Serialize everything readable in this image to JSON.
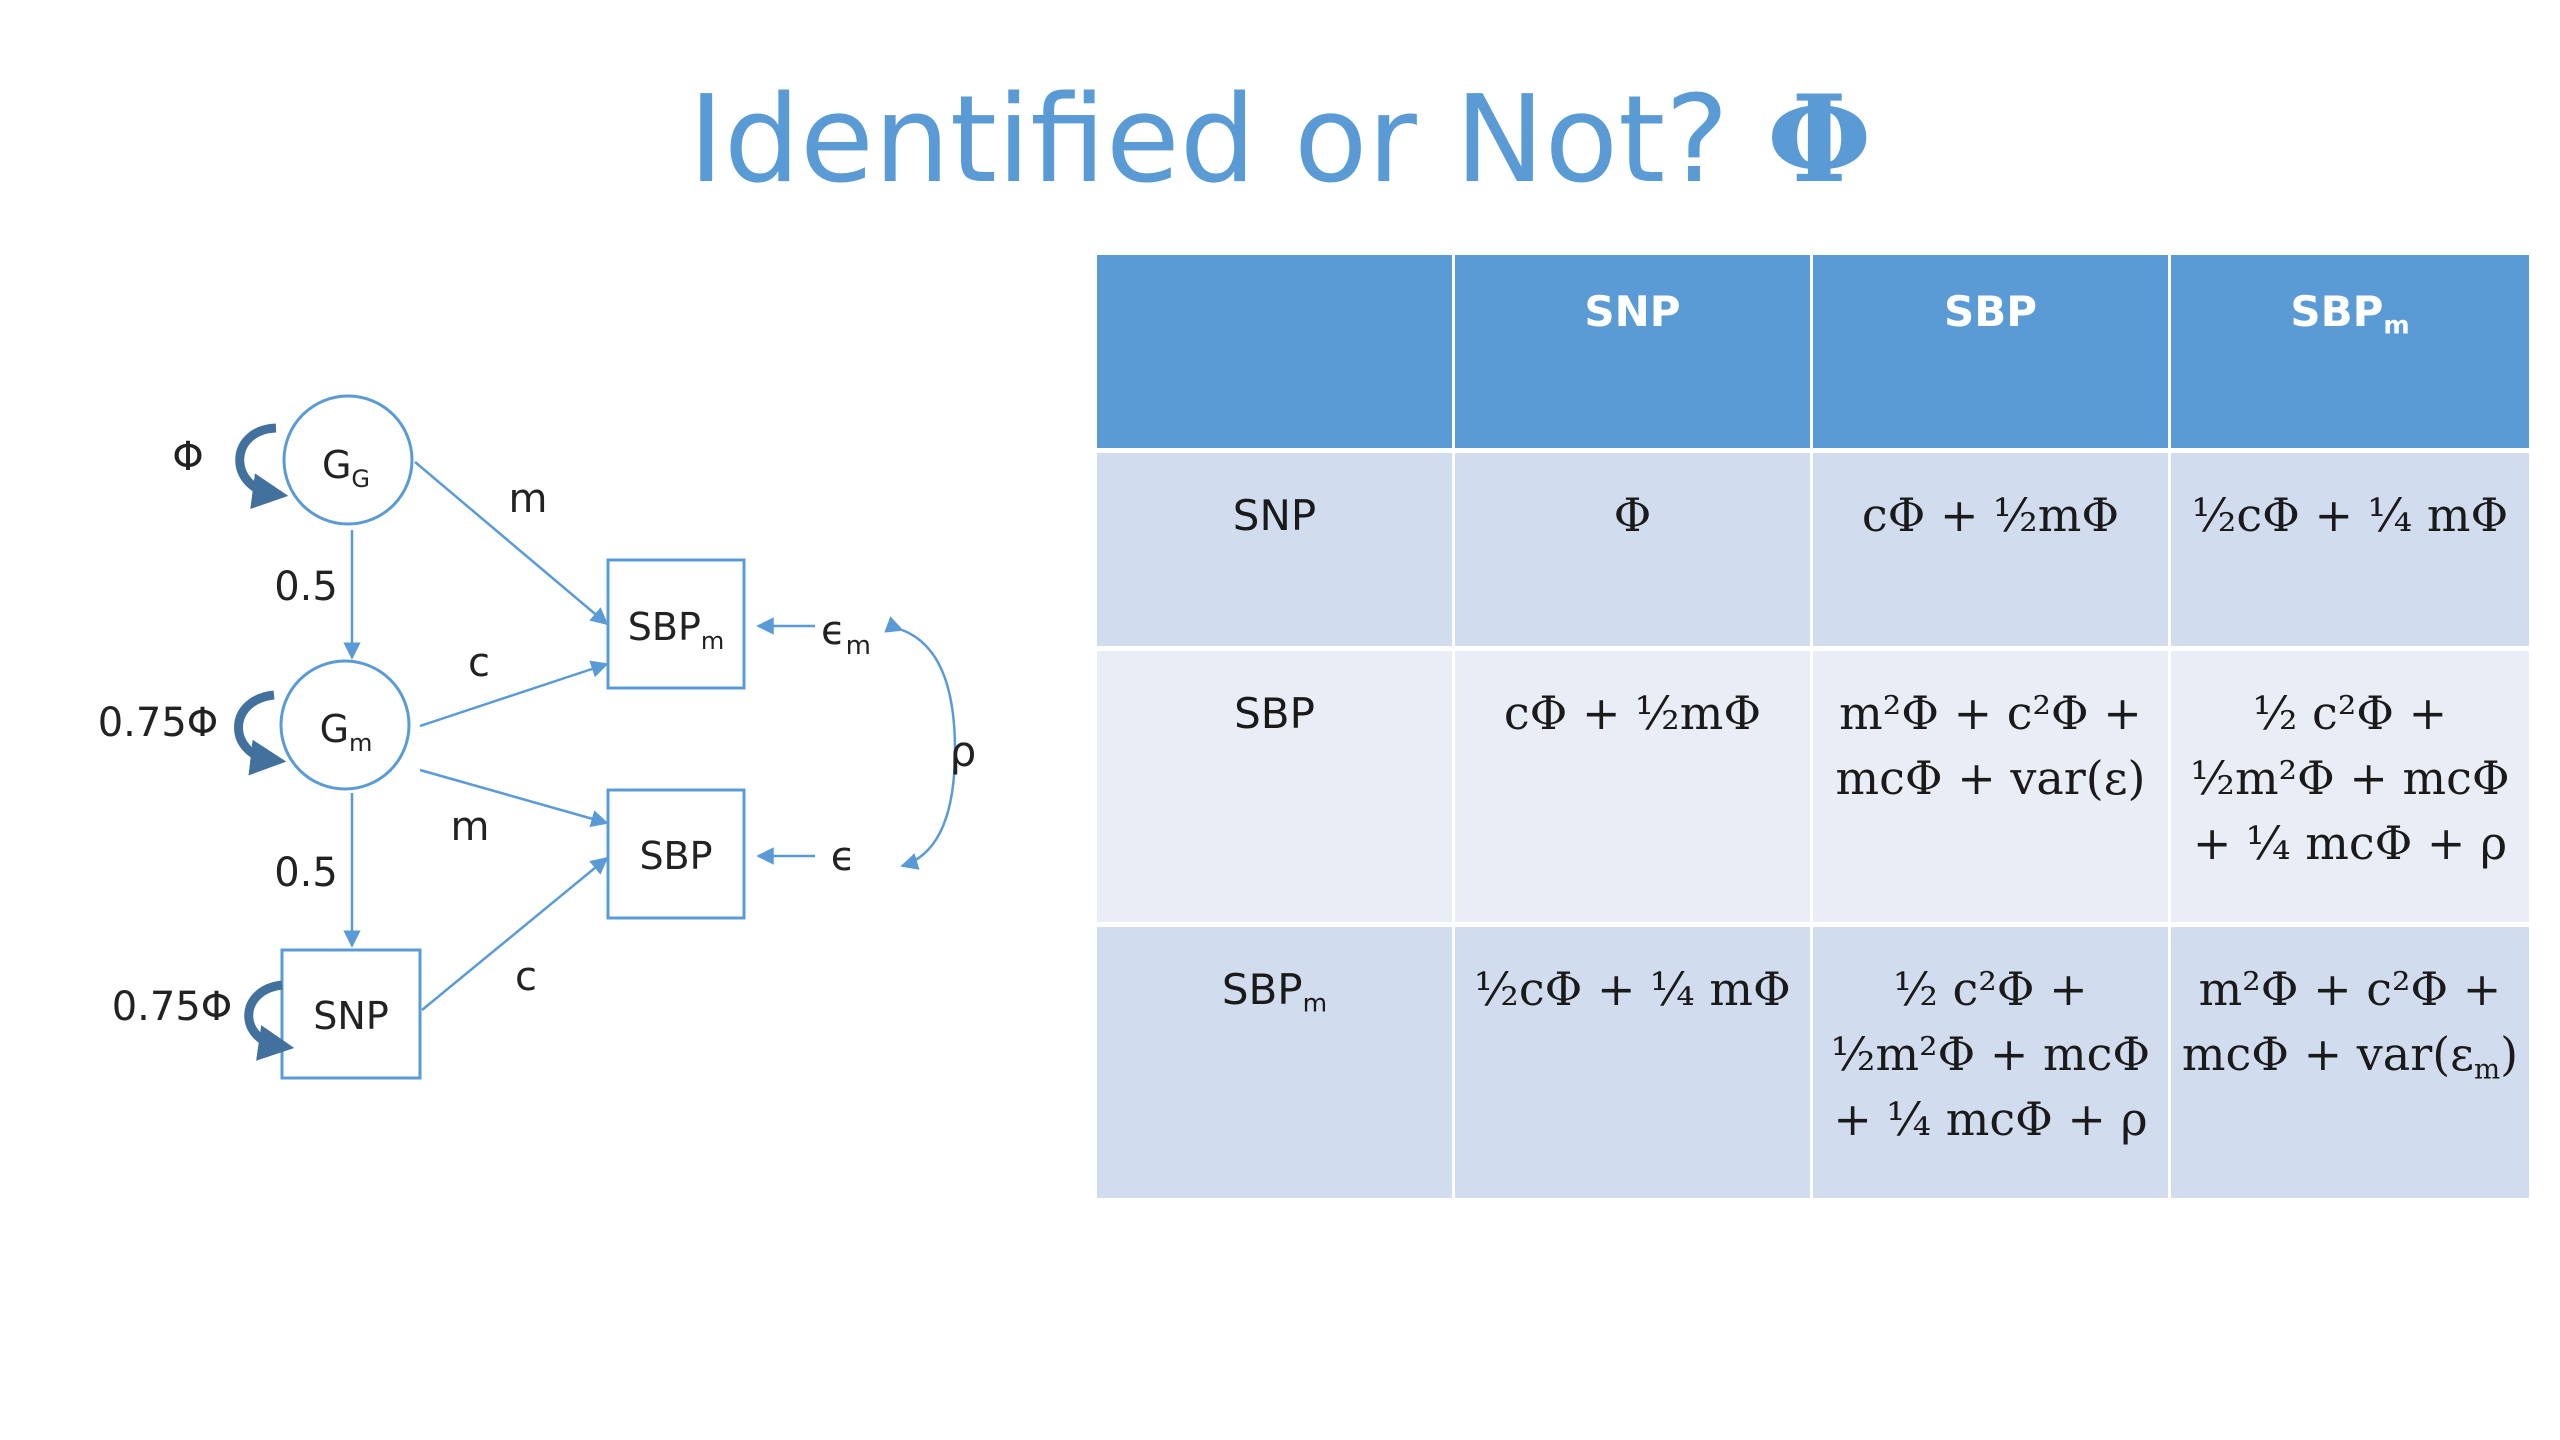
{
  "slide": {
    "title": "Identified or Not?",
    "title_symbol": "Φ"
  },
  "colors": {
    "accent": "#5b9bd5",
    "row_dark": "#d1ddee",
    "row_light": "#e9edf6"
  },
  "diagram": {
    "nodes": {
      "gg": {
        "main": "G",
        "sub": "G"
      },
      "gm": {
        "main": "G",
        "sub": "m"
      },
      "snp": {
        "main": "SNP"
      },
      "sbpm": {
        "main": "SBP",
        "sub": "m"
      },
      "sbp": {
        "main": "SBP"
      }
    },
    "variance_labels": {
      "gg": "Φ",
      "gm": "0.75Φ",
      "snp": "0.75Φ"
    },
    "edge_labels": {
      "gg_sbpm": "m",
      "gg_gm": "0.5",
      "gm_sbpm": "c",
      "gm_sbp": "m",
      "gm_snp": "0.5",
      "snp_sbp": "c"
    },
    "errors": {
      "em_main": "ϵ",
      "em_sub": "m",
      "e": "ϵ"
    },
    "correlation": "ρ"
  },
  "table": {
    "columns": [
      {
        "main": "",
        "sub": ""
      },
      {
        "main": "SNP",
        "sub": ""
      },
      {
        "main": "SBP",
        "sub": ""
      },
      {
        "main": "SBP",
        "sub": "m"
      }
    ],
    "rows": [
      {
        "label": {
          "main": "SNP",
          "sub": ""
        },
        "cells": [
          [
            "Φ"
          ],
          [
            "cΦ + ½mΦ"
          ],
          [
            "½cΦ + ¼ mΦ"
          ]
        ]
      },
      {
        "label": {
          "main": "SBP",
          "sub": ""
        },
        "cells": [
          [
            "cΦ + ½mΦ"
          ],
          [
            "m²Φ + c²Φ +",
            "mcΦ + var(ε)"
          ],
          [
            "½ c²Φ +",
            "½m²Φ + mcΦ",
            "+ ¼ mcΦ + ρ"
          ]
        ]
      },
      {
        "label": {
          "main": "SBP",
          "sub": "m"
        },
        "cells": [
          [
            "½cΦ + ¼ mΦ"
          ],
          [
            "½ c²Φ +",
            "½m²Φ + mcΦ",
            "+ ¼ mcΦ + ρ"
          ],
          [
            "m²Φ + c²Φ +",
            "mcΦ + var(ε",
            "m",
            ")"
          ]
        ]
      }
    ]
  }
}
